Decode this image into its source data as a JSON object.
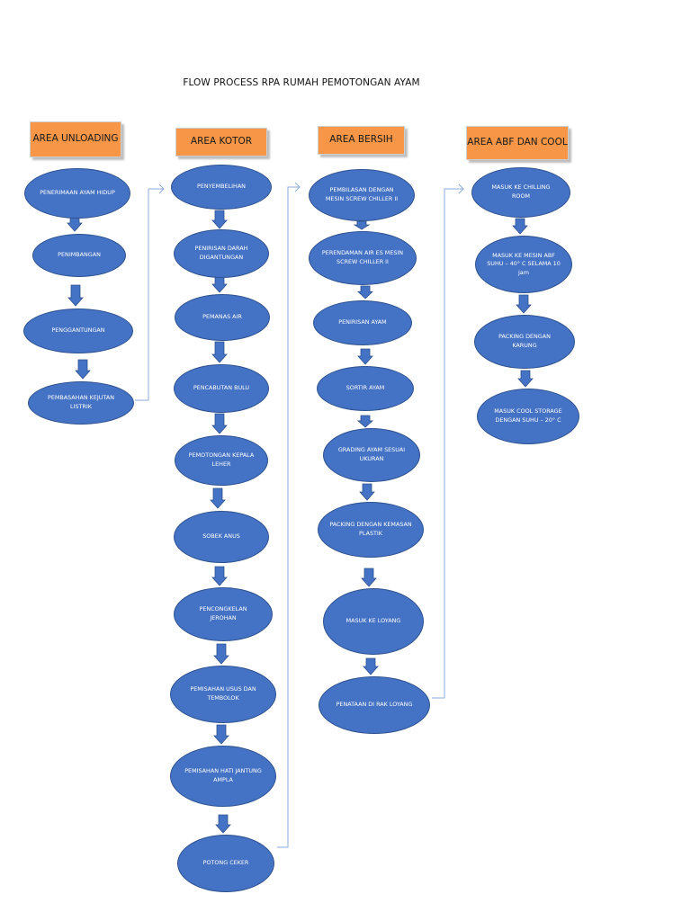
{
  "title": "FLOW PROCESS RPA RUMAH PEMOTONGAN AYAM",
  "colors": {
    "node_fill": "#4472c4",
    "node_border": "#2f528f",
    "header_fill": "#f79646",
    "connector": "#8faadc"
  },
  "columns": [
    {
      "header": "AREA UNLOADING",
      "steps": [
        "PENERIMAAN AYAM HIDUP",
        "PENIMBANGAN",
        "PENGGANTUNGAN",
        "PEMBASAHAN KEJUTAN LISTRIK"
      ]
    },
    {
      "header": "AREA KOTOR",
      "steps": [
        "PENYEMBELIHAN",
        "PENIRISAN DARAH DIGANTUNGAN",
        "PEMANAS AIR",
        "PENCABUTAN BULU",
        "PEMOTONGAN KEPALA LEHER",
        "SOBEK ANUS",
        "PENCONGKELAN JEROHAN",
        "PEMISAHAN USUS DAN TEMBOLOK",
        "PEMISAHAN HATI JANTUNG AMPLA",
        "POTONG CEKER"
      ]
    },
    {
      "header": "AREA BERSIH",
      "steps": [
        "PEMBILASAN DENGAN MESIN SCREW CHILLER II",
        "PERENDAMAN AIR ES MESIN SCREW CHILLER II",
        "PENIRISAN AYAM",
        "SORTIR AYAM",
        "GRADING AYAM SESUAI UKURAN",
        "PACKING DENGAN KEMASAN PLASTIK",
        "MASUK KE LOYANG",
        "PENATAAN DI RAK LOYANG"
      ]
    },
    {
      "header": "AREA ABF DAN COOL",
      "steps": [
        "MASUK KE CHILLING ROOM",
        "MASUK KE MESIN ABF SUHU – 40° C SELAMA 10 jam",
        "PACKING DENGAN KARUNG",
        "MASUK COOL STORAGE DENGAN SUHU – 20° C"
      ]
    }
  ]
}
